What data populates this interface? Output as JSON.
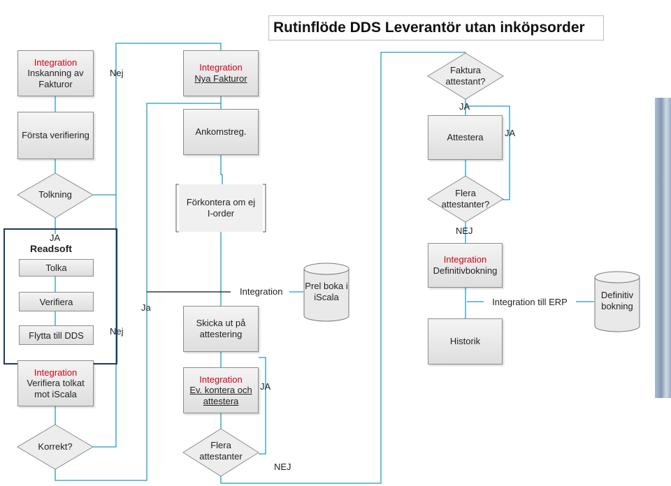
{
  "title": "Rutinflöde DDS Leverantör utan inköpsorder",
  "colors": {
    "connector": "#1f9bc4",
    "integration_text": "#d0021b",
    "readsoft_border": "#1f3864"
  },
  "col1": {
    "inskanning": {
      "tag": "Integration",
      "label": "Inskanning av Fakturor"
    },
    "forsta_verifiering": "Första verifiering",
    "tolkning": "Tolkning",
    "ja_label": "JA",
    "readsoft": {
      "title": "Readsoft",
      "tolka": "Tolka",
      "verifiera": "Verifiera",
      "flytta": "Flytta till DDS"
    },
    "verifiera_tolkat": {
      "tag": "Integration",
      "label": "Verifiera tolkat mot iScala"
    },
    "korrekt": "Korrekt?",
    "nej_top": "Nej",
    "nej_bottom": "Nej",
    "ja_loop": "Ja"
  },
  "col2": {
    "nya_fakturor": {
      "tag": "Integration",
      "label": "Nya Fakturor"
    },
    "ankomstreg": "Ankomstreg.",
    "forkontera": "Förkontera om ej I-order",
    "integration_label": "Integration",
    "prel_boka": "Prel boka i iScala",
    "skicka_ut": "Skicka ut på attestering",
    "ev_kontera": {
      "tag": "Integration",
      "label": "Ev. kontera och attestera"
    },
    "ja_label": "JA",
    "flera_attestanter": "Flera attestanter",
    "nej_label": "NEJ"
  },
  "col3": {
    "faktura_attestant": "Faktura attestant?",
    "ja_top": "JA",
    "attestera": "Attestera",
    "ja_side": "JA",
    "flera_attestanter": "Flera attestanter?",
    "nej_label": "NEJ",
    "definitivbokning": {
      "tag": "Integration",
      "label": "Definitivbokning"
    },
    "integration_erp": "Integration till ERP",
    "definitiv_cyl": "Definitiv bokning",
    "historik": "Historik"
  }
}
